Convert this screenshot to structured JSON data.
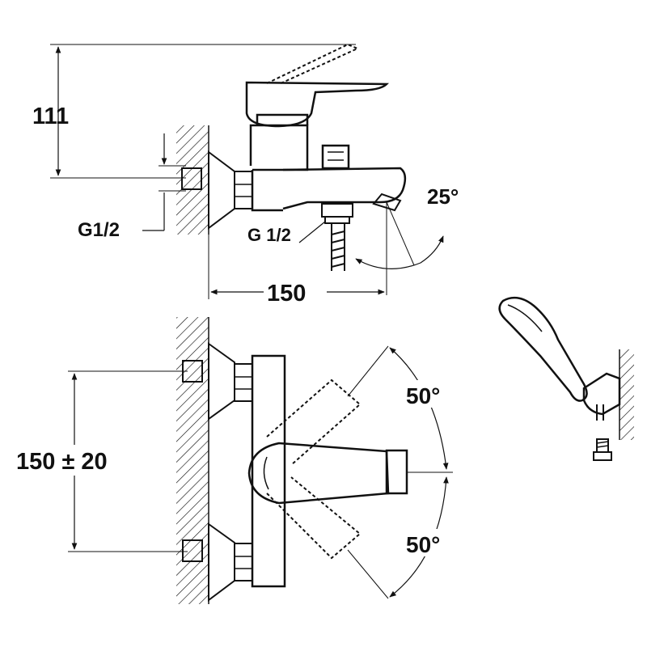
{
  "drawing": {
    "dimensions": {
      "height": "111",
      "inlet_thread": "G1/2",
      "outlet_thread": "G 1/2",
      "spout_angle": "25°",
      "depth": "150",
      "inlet_spacing": "150 ± 20",
      "handle_angle_up": "50°",
      "handle_angle_down": "50°"
    }
  },
  "colors": {
    "line": "#111111",
    "hatch": "#111111",
    "background": "#ffffff"
  }
}
